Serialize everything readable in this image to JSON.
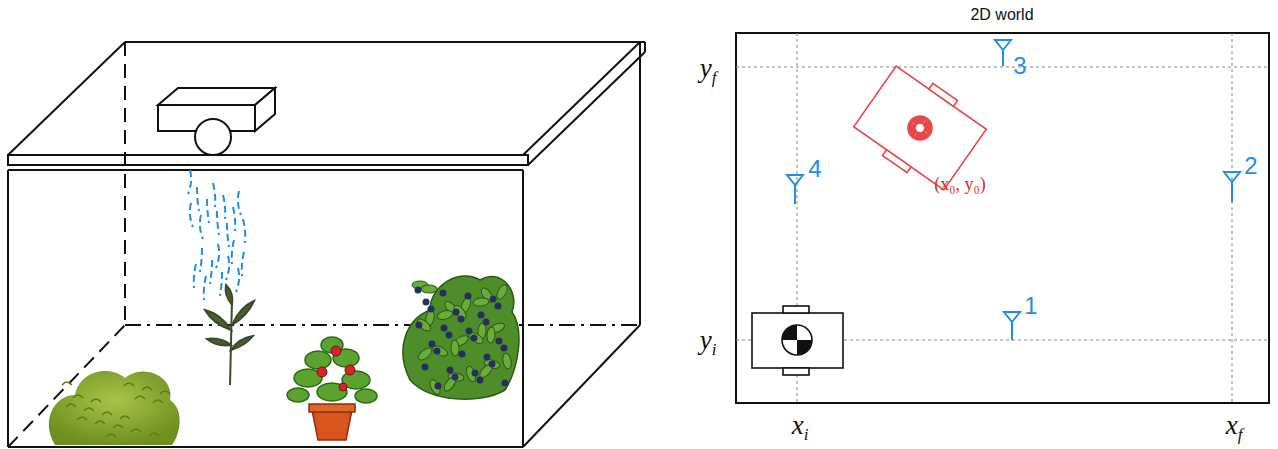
{
  "diagram": {
    "title": "2D world",
    "labels": [
      "y",
      "f",
      "y",
      "i",
      "x",
      "i",
      "x",
      "f",
      "1",
      "2",
      "3",
      "4",
      "(x₀, y₀)"
    ]
  }
}
